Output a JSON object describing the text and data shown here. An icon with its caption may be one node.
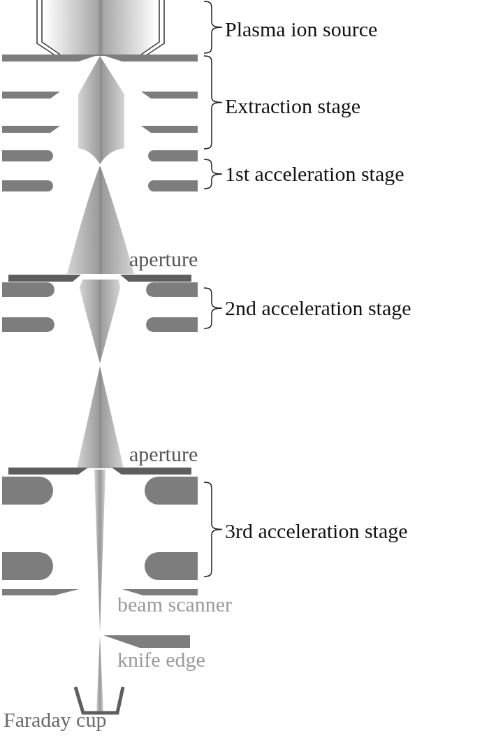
{
  "diagram": {
    "labels": [
      "Plasma ion source",
      "Extraction stage",
      "1st acceleration stage",
      "aperture",
      "2nd acceleration stage",
      "aperture",
      "3rd acceleration stage",
      "beam scanner",
      "knife edge",
      "Faraday cup"
    ]
  }
}
